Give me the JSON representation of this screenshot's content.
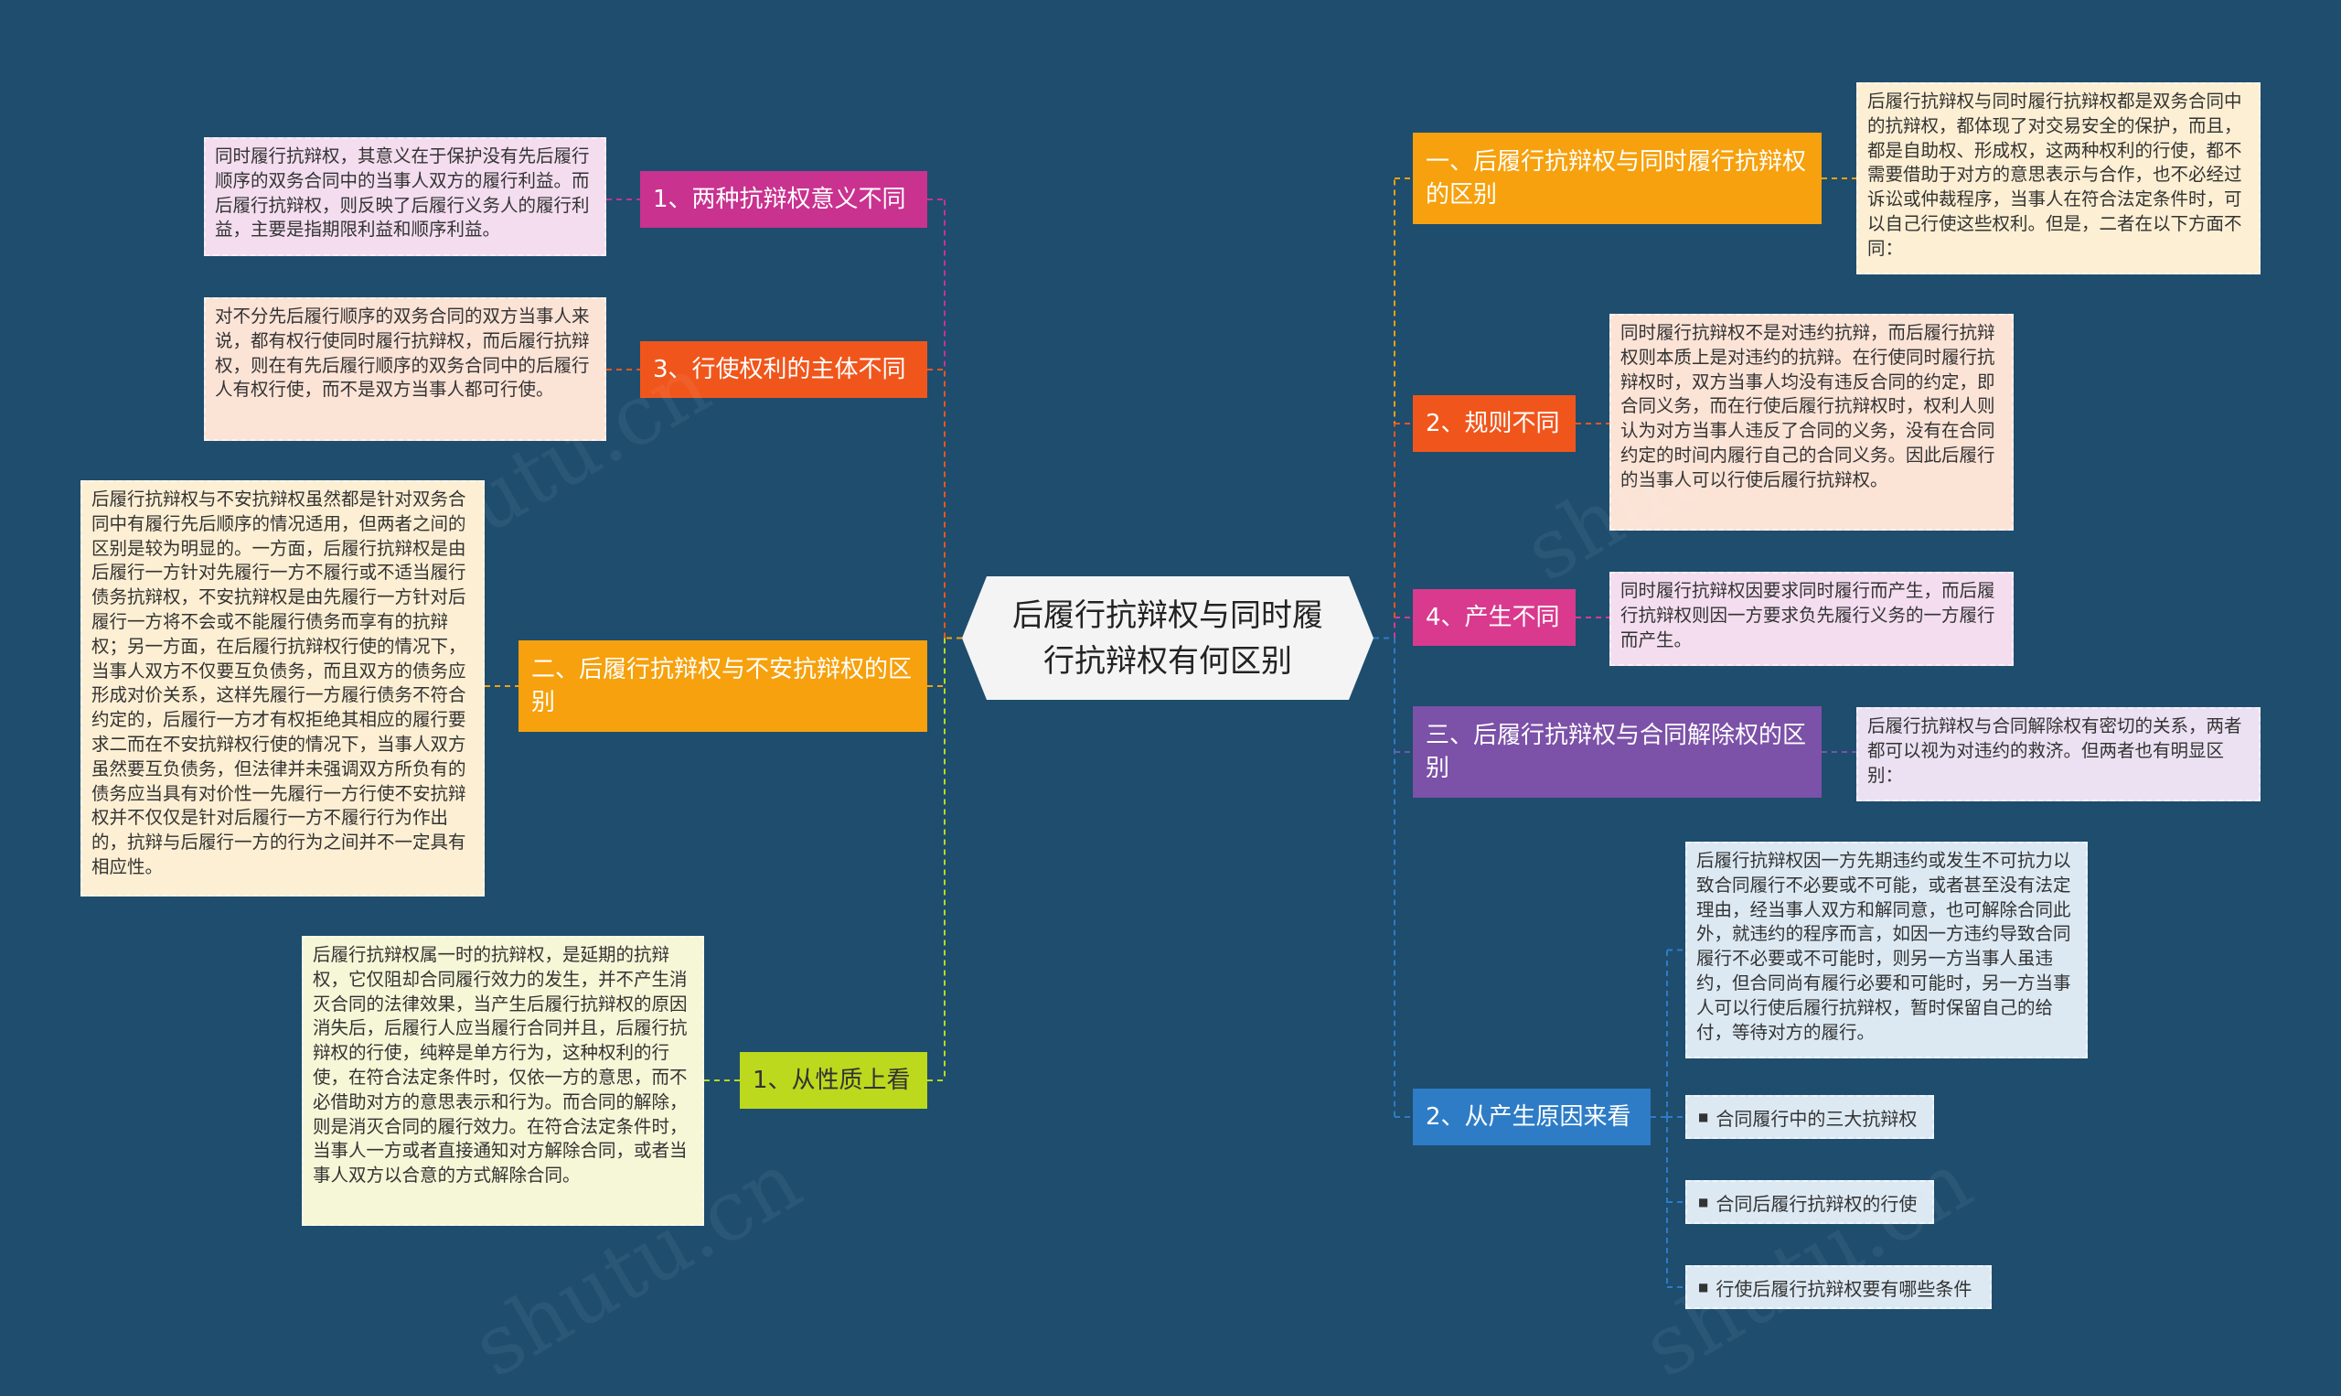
{
  "center": {
    "title": "后履行抗辩权与同时履行抗辩权有何区别"
  },
  "colors": {
    "background": "#1e4d6e",
    "magenta": "#c9328f",
    "orange_red": "#f0561c",
    "orange": "#f6a10d",
    "lime": "#bcd91d",
    "pink": "#d93a8e",
    "purple": "#7c51a8",
    "blue": "#2e7cc6"
  },
  "left": {
    "b1": {
      "label": "1、两种抗辩权意义不同",
      "note": "同时履行抗辩权，其意义在于保护没有先后履行顺序的双务合同中的当事人双方的履行利益。而后履行抗辩权，则反映了后履行义务人的履行利益，主要是指期限利益和顺序利益。"
    },
    "b2": {
      "label": "3、行使权利的主体不同",
      "note": "对不分先后履行顺序的双务合同的双方当事人来说，都有权行使同时履行抗辩权，而后履行抗辩权，则在有先后履行顺序的双务合同中的后履行人有权行使，而不是双方当事人都可行使。"
    },
    "b3": {
      "label": "二、后履行抗辩权与不安抗辩权的区别",
      "note": "后履行抗辩权与不安抗辩权虽然都是针对双务合同中有履行先后顺序的情况适用，但两者之间的区别是较为明显的。一方面，后履行抗辩权是由后履行一方针对先履行一方不履行或不适当履行债务抗辩权，不安抗辩权是由先履行一方针对后履行一方将不会或不能履行债务而享有的抗辩权；另一方面，在后履行抗辩权行使的情况下，当事人双方不仅要互负债务，而且双方的债务应形成对价关系，这样先履行一方履行债务不符合约定的，后履行一方才有权拒绝其相应的履行要求二而在不安抗辩权行使的情况下，当事人双方虽然要互负债务，但法律并未强调双方所负有的债务应当具有对价性一先履行一方行使不安抗辩权并不仅仅是针对后履行一方不履行行为作出的，抗辩与后履行一方的行为之间并不一定具有相应性。"
    },
    "b4": {
      "label": "1、从性质上看",
      "note": "后履行抗辩权属一时的抗辩权，是延期的抗辩权，它仅阻却合同履行效力的发生，并不产生消灭合同的法律效果，当产生后履行抗辩权的原因消失后，后履行人应当履行合同并且，后履行抗辩权的行使，纯粹是单方行为，这种权利的行使，在符合法定条件时，仅依一方的意思，而不必借助对方的意思表示和行为。而合同的解除，则是消灭合同的履行效力。在符合法定条件时，当事人一方或者直接通知对方解除合同，或者当事人双方以合意的方式解除合同。"
    }
  },
  "right": {
    "b1": {
      "label": "一、后履行抗辩权与同时履行抗辩权的区别",
      "note": "后履行抗辩权与同时履行抗辩权都是双务合同中的抗辩权，都体现了对交易安全的保护，而且，都是自助权、形成权，这两种权利的行使，都不需要借助于对方的意思表示与合作，也不必经过诉讼或仲裁程序，当事人在符合法定条件时，可以自己行使这些权利。但是，二者在以下方面不同："
    },
    "b2": {
      "label": "2、规则不同",
      "note": "同时履行抗辩权不是对违约抗辩，而后履行抗辩权则本质上是对违约的抗辩。在行使同时履行抗辩权时，双方当事人均没有违反合同的约定，即合同义务，而在行使后履行抗辩权时，权利人则认为对方当事人违反了合同的义务，没有在合同约定的时间内履行自己的合同义务。因此后履行的当事人可以行使后履行抗辩权。"
    },
    "b3": {
      "label": "4、产生不同",
      "note": "同时履行抗辩权因要求同时履行而产生，而后履行抗辩权则因一方要求负先履行义务的一方履行而产生。"
    },
    "b4": {
      "label": "三、后履行抗辩权与合同解除权的区别",
      "note": "后履行抗辩权与合同解除权有密切的关系，两者都可以视为对违约的救济。但两者也有明显区别："
    },
    "b5": {
      "label": "2、从产生原因来看",
      "note": "后履行抗辩权因一方先期违约或发生不可抗力以致合同履行不必要或不可能，或者甚至没有法定理由，经当事人双方和解同意，也可解除合同此外，就违约的程序而言，如因一方违约导致合同履行不必要或不可能时，则另一方当事人虽违约，但合同尚有履行必要和可能时，另一方当事人可以行使后履行抗辩权，暂时保留自己的给付，等待对方的履行。",
      "links": [
        "合同履行中的三大抗辩权",
        "合同后履行抗辩权的行使",
        "行使后履行抗辩权要有哪些条件"
      ]
    }
  },
  "watermark": "shutu.cn"
}
